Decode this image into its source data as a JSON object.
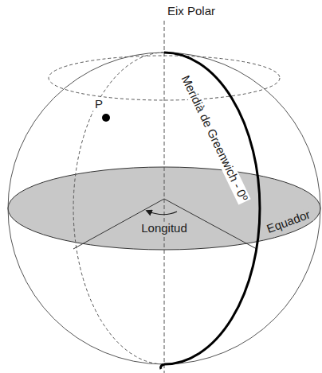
{
  "diagram": {
    "labels": [
      "Eix Polar",
      "P",
      "Meridià de Greenwich - 0º",
      "Longitud",
      "Equador"
    ]
  }
}
